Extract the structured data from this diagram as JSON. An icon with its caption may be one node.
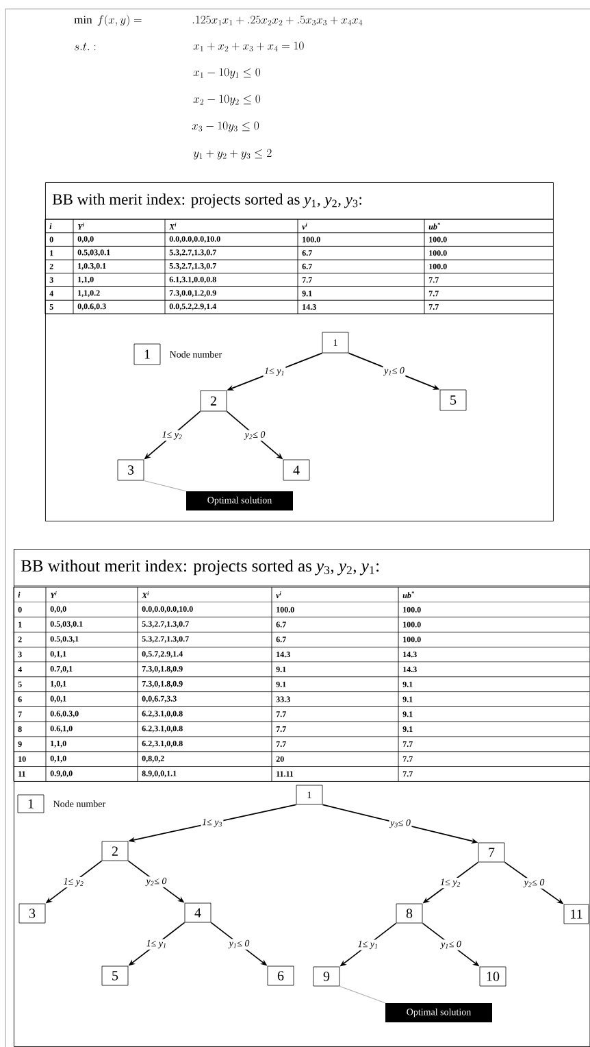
{
  "diagram": {
    "nodes": [
      {
        "text": [
          "BB with merit index: projects sorted as *y*$_{1}$, *y*$_{2}$, *y*$_{3}$:"
        ]
      },
      {
        "text": [
          "1"
        ],
        "beside": [
          "Node number"
        ],
        "in": 0
      },
      {
        "text": [
          "1"
        ],
        "in": 0
      },
      {
        "text": [
          "2"
        ],
        "in": 0
      },
      {
        "text": [
          "5"
        ],
        "in": 0
      },
      {
        "text": [
          "3"
        ],
        "in": 0
      },
      {
        "text": [
          "4"
        ],
        "in": 0
      },
      {
        "text": [
          "Optimal solution"
        ],
        "in": 0
      },
      {
        "text": [
          "BB without merit index: projects sorted as *y*$_{3}$, *y*$_{2}$, *y*$_{1}$:"
        ]
      },
      {
        "text": [
          "1"
        ],
        "beside": [
          "Node number"
        ],
        "in": 8
      },
      {
        "text": [
          "1"
        ],
        "in": 8
      },
      {
        "text": [
          "2"
        ],
        "in": 8
      },
      {
        "text": [
          "7"
        ],
        "in": 8
      },
      {
        "text": [
          "3"
        ],
        "in": 8
      },
      {
        "text": [
          "4"
        ],
        "in": 8
      },
      {
        "text": [
          "8"
        ],
        "in": 8
      },
      {
        "text": [
          "11"
        ],
        "in": 8
      },
      {
        "text": [
          "5"
        ],
        "in": 8
      },
      {
        "text": [
          "6"
        ],
        "in": 8
      },
      {
        "text": [
          "9"
        ],
        "in": 8
      },
      {
        "text": [
          "10"
        ],
        "in": 8
      },
      {
        "text": [
          "Optimal solution"
        ],
        "in": 8
      }
    ],
    "edges": [
      {
        "from": 2,
        "to": 3,
        "arrow": "to",
        "label": "1≤ y$_{1}$"
      },
      {
        "from": 2,
        "to": 4,
        "arrow": "to",
        "label": "y$_{1}$≤ 0"
      },
      {
        "from": 3,
        "to": 5,
        "arrow": "to",
        "label": "1≤ y$_{2}$"
      },
      {
        "from": 3,
        "to": 6,
        "arrow": "to",
        "label": "y$_{2}$≤ 0"
      },
      {
        "from": 7,
        "to": 5,
        "arrow": "none",
        "color": "#b0b0b0"
      },
      {
        "from": 10,
        "to": 11,
        "arrow": "to",
        "label": "1≤ y$_{3}$"
      },
      {
        "from": 10,
        "to": 12,
        "arrow": "to",
        "label": "y$_{3}$≤ 0"
      },
      {
        "from": 11,
        "to": 13,
        "arrow": "to",
        "label": "1≤ y$_{2}$"
      },
      {
        "from": 11,
        "to": 14,
        "arrow": "to",
        "label": "y$_{2}$≤ 0"
      },
      {
        "from": 12,
        "to": 15,
        "arrow": "to",
        "label": "1≤ y$_{2}$"
      },
      {
        "from": 12,
        "to": 16,
        "arrow": "to",
        "label": "y$_{2}$≤ 0"
      },
      {
        "from": 14,
        "to": 17,
        "arrow": "to",
        "label": "1≤ y$_{1}$"
      },
      {
        "from": 14,
        "to": 18,
        "arrow": "to",
        "label": "y$_{1}$≤ 0"
      },
      {
        "from": 15,
        "to": 19,
        "arrow": "to",
        "label": "1≤ y$_{1}$"
      },
      {
        "from": 15,
        "to": 20,
        "arrow": "to",
        "label": "y$_{1}$≤ 0"
      },
      {
        "from": 21,
        "to": 19,
        "arrow": "none",
        "color": "#b0b0b0"
      }
    ],
    "labels": [
      "\\min\\ f(x,y) =",
      ".125x_1x_1+.25x_2x_2+.5x_3x_3+x_4x_4",
      "s.t.:",
      "x_1+x_2+x_3+x_4=10",
      "x_1-10y_1\\le 0",
      "x_2-10y_2\\le 0",
      "x_3-10y_3\\le 0",
      "y_1+y_2+y_3\\le 2",
      "i",
      "Y$^{i}$",
      "X$^{i}$",
      "v$^{i}$",
      "ub$^{*}$",
      "0",
      "0,0,0",
      "0.0,0.0,0.0,10.0",
      "100.0",
      "100.0",
      "1",
      "0.5,03,0.1",
      "5.3,2.7,1.3,0.7",
      "6.7",
      "100.0",
      "2",
      "1,0.3,0.1",
      "5.3,2.7,1.3,0.7",
      "6.7",
      "100.0",
      "3",
      "1,1,0",
      "6.1,3.1,0.0,0.8",
      "7.7",
      "7.7",
      "4",
      "1,1,0.2",
      "7.3,0.0,1.2,0.9",
      "9.1",
      "7.7",
      "5",
      "0,0.6,0.3",
      "0.0,5.2,2.9,1.4",
      "14.3",
      "7.7",
      "i",
      "Y$^{i}$",
      "X$^{i}$",
      "v$^{i}$",
      "ub$^{*}$",
      "0",
      "0,0,0",
      "0.0,0.0,0.0,10.0",
      "100.0",
      "100.0",
      "1",
      "0.5,03,0.1",
      "5.3,2.7,1.3,0.7",
      "6.7",
      "100.0",
      "2",
      "0.5,0.3,1",
      "5.3,2.7,1.3,0.7",
      "6.7",
      "100.0",
      "3",
      "0,1,1",
      "0,5.7,2.9,1.4",
      "14.3",
      "14.3",
      "4",
      "0.7,0,1",
      "7.3,0,1.8,0.9",
      "9.1",
      "14.3",
      "5",
      "1,0,1",
      "7.3,0,1.8,0.9",
      "9.1",
      "9.1",
      "6",
      "0,0,1",
      "0,0,6.7,3.3",
      "33.3",
      "9.1",
      "7",
      "0.6,0.3,0",
      "6.2,3.1,0,0.8",
      "7.7",
      "9.1",
      "8",
      "0.6,1,0",
      "6.2,3.1,0,0.8",
      "7.7",
      "9.1",
      "9",
      "1,1,0",
      "6.2,3.1,0,0.8",
      "7.7",
      "7.7",
      "10",
      "0,1,0",
      "0,8,0,2",
      "20",
      "7.7",
      "11",
      "0.9,0,0",
      "8.9,0,0,1.1",
      "11.11",
      "7.7"
    ]
  }
}
